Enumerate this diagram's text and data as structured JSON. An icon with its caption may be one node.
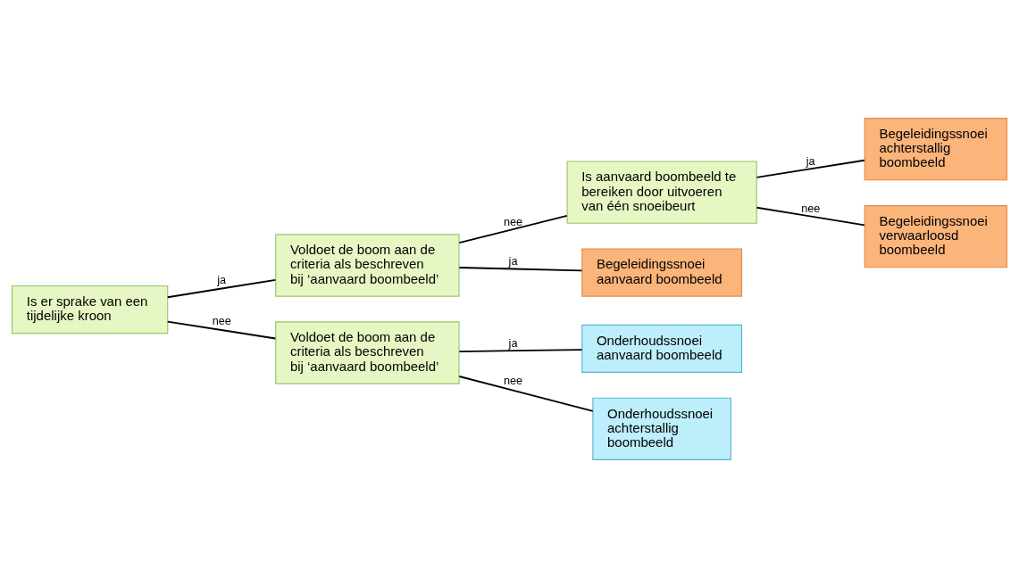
{
  "diagram": {
    "nodes": [
      {
        "text": [
          "Is er sprake van een tijdelijke kroon"
        ]
      },
      {
        "text": [
          "Voldoet de boom aan de criteria als beschreven bij ‘aanvaard boombeeld’"
        ]
      },
      {
        "text": [
          "Is aanvaard boombeeld te bereiken door uitvoeren van één snoeibeurt"
        ]
      },
      {
        "text": [
          "Voldoet de boom aan de criteria als beschreven bij ‘aanvaard boombeeld’"
        ]
      },
      {
        "text": [
          "Begeleidingssnoei aanvaard boombeeld"
        ]
      },
      {
        "text": [
          "Begeleidingssnoei achterstallig boombeeld"
        ]
      },
      {
        "text": [
          "Begeleidingssnoei verwaarloosd boombeeld"
        ]
      },
      {
        "text": [
          "Onderhoudssnoei aanvaard boombeeld"
        ]
      },
      {
        "text": [
          "Onderhoudssnoei achterstallig boombeeld"
        ]
      }
    ],
    "edges": [
      {
        "from": 0,
        "to": 1,
        "arrow": "none",
        "label": "ja"
      },
      {
        "from": 0,
        "to": 3,
        "arrow": "none",
        "label": "nee"
      },
      {
        "from": 1,
        "to": 4,
        "arrow": "none",
        "label": "ja"
      },
      {
        "from": 1,
        "to": 2,
        "arrow": "none",
        "label": "nee"
      },
      {
        "from": 2,
        "to": 5,
        "arrow": "none",
        "label": "ja"
      },
      {
        "from": 2,
        "to": 6,
        "arrow": "none",
        "label": "nee"
      },
      {
        "from": 3,
        "to": 7,
        "arrow": "none",
        "label": "ja"
      },
      {
        "from": 3,
        "to": 8,
        "arrow": "none",
        "label": "nee"
      }
    ]
  }
}
